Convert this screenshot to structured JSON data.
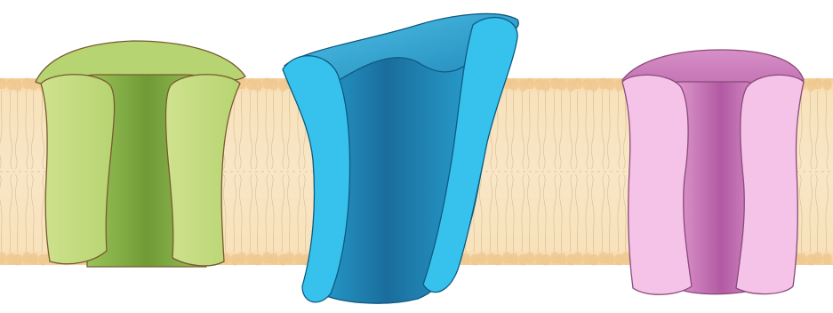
{
  "diagram": {
    "subject": "cell-membrane-channel-proteins",
    "membrane": {
      "kind": "phospholipid-bilayer",
      "color": "#f6deb0",
      "head_color": "#efc68c",
      "tail_color": "#c8a57c"
    },
    "proteins": [
      {
        "id": "channel-protein-1",
        "color": "#a9cd62",
        "light": "#cfe28e",
        "dark": "#6f9a36",
        "outline": "#7a5a30"
      },
      {
        "id": "channel-protein-2",
        "color": "#2aa8d8",
        "light": "#37c2ee",
        "dark": "#1a6d9c",
        "outline": "#0f5a80"
      },
      {
        "id": "channel-protein-3",
        "color": "#e7a5d6",
        "light": "#f5c3e7",
        "dark": "#b25aa3",
        "outline": "#8a4a7a"
      }
    ]
  }
}
